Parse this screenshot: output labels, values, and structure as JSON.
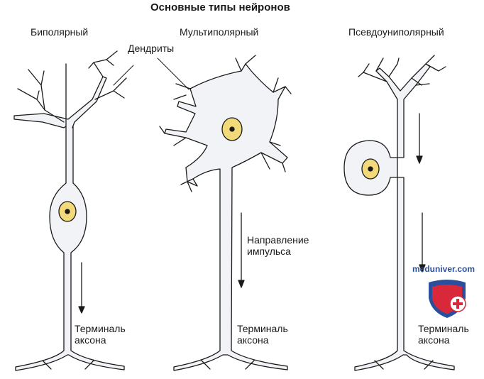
{
  "title": "Основные типы нейронов",
  "neurons": [
    {
      "name": "Биполярный",
      "terminal": [
        "Терминаль",
        "аксона"
      ]
    },
    {
      "name": "Мультиполярный",
      "terminal": [
        "Терминаль",
        "аксона"
      ]
    },
    {
      "name": "Псевдоуниполярный",
      "terminal": [
        "Терминаль",
        "аксона"
      ]
    }
  ],
  "labels": {
    "dendrites": "Дендриты",
    "impulse": [
      "Направление",
      "импульса"
    ]
  },
  "watermark": {
    "text": "meduniver.com",
    "text_color": "#2b4f9c",
    "shield_blue": "#2b4f9c",
    "shield_red": "#d8283a"
  },
  "colors": {
    "cell_fill": "#f1f3f6",
    "outline": "#1a1a1a",
    "nucleus": "#f2da7a"
  }
}
